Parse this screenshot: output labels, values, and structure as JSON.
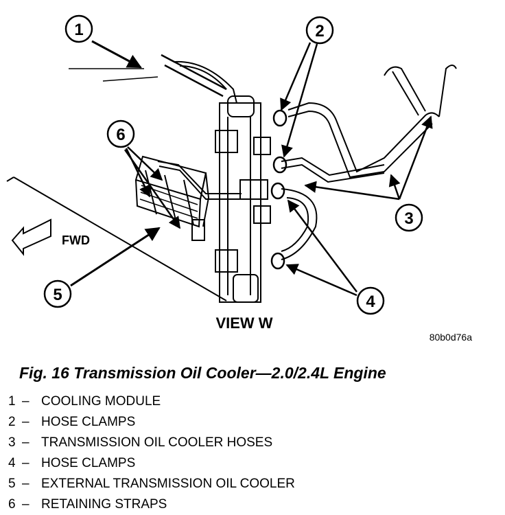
{
  "figure": {
    "view_label": "VIEW W",
    "fwd_label": "FWD",
    "image_code": "80b0d76a",
    "caption": "Fig. 16 Transmission Oil Cooler—2.0/2.4L Engine"
  },
  "callouts": [
    {
      "number": "1"
    },
    {
      "number": "2"
    },
    {
      "number": "3"
    },
    {
      "number": "4"
    },
    {
      "number": "5"
    },
    {
      "number": "6"
    }
  ],
  "legend": [
    {
      "number": "1",
      "dash": "–",
      "label": "COOLING MODULE"
    },
    {
      "number": "2",
      "dash": "–",
      "label": "HOSE CLAMPS"
    },
    {
      "number": "3",
      "dash": "–",
      "label": "TRANSMISSION OIL COOLER HOSES"
    },
    {
      "number": "4",
      "dash": "–",
      "label": "HOSE CLAMPS"
    },
    {
      "number": "5",
      "dash": "–",
      "label": "EXTERNAL TRANSMISSION OIL COOLER"
    },
    {
      "number": "6",
      "dash": "–",
      "label": "RETAINING STRAPS"
    }
  ]
}
